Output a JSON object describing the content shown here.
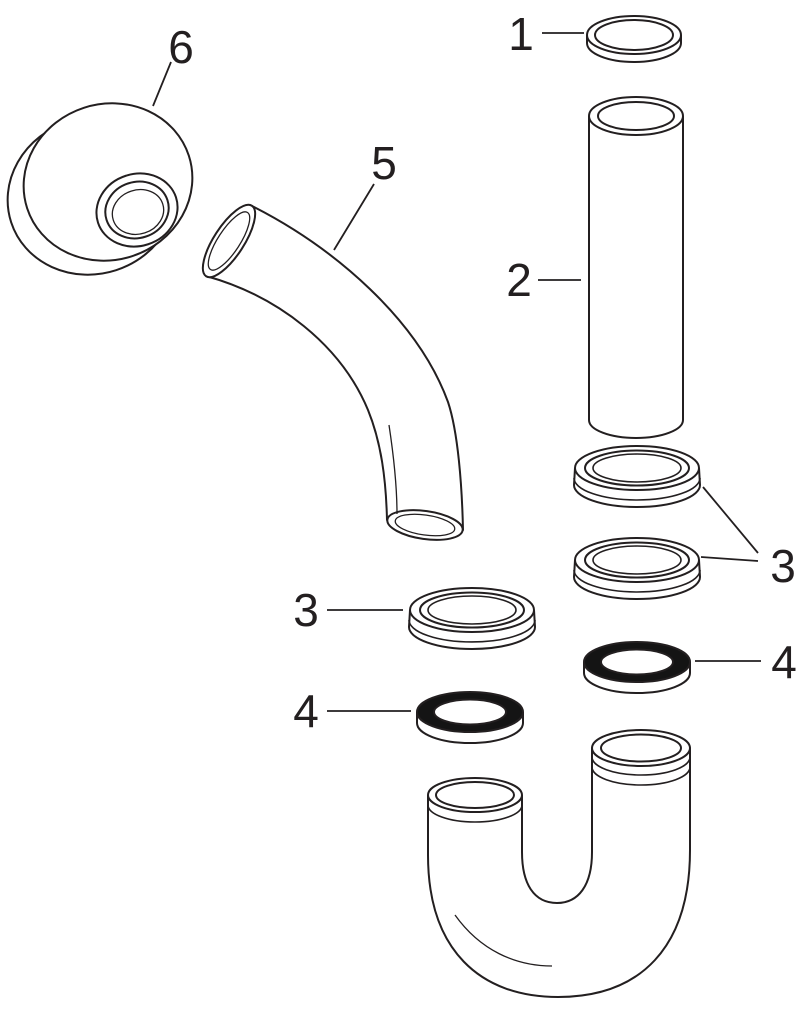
{
  "diagram": {
    "background_color": "#ffffff",
    "line_color": "#231f20",
    "seal_color": "#141414",
    "callouts": [
      {
        "text": "1"
      },
      {
        "text": "2"
      },
      {
        "text": "3"
      },
      {
        "text": "3"
      },
      {
        "text": "4"
      },
      {
        "text": "4"
      },
      {
        "text": "5"
      },
      {
        "text": "6"
      }
    ]
  }
}
